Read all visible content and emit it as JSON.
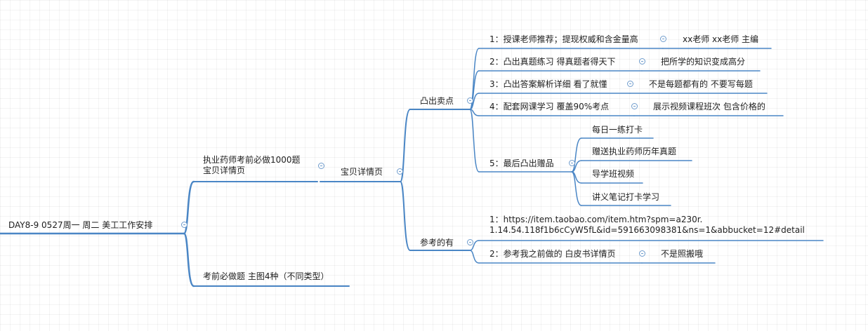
{
  "root": {
    "text": "DAY8-9  0527周一  周二 美工工作安排"
  },
  "b1": {
    "line1": "执业药师考前必做1000题",
    "line2": "宝贝详情页"
  },
  "b1_child": {
    "text": "宝贝详情页"
  },
  "b2": {
    "text": "考前必做题 主图4种（不同类型）"
  },
  "selling": {
    "text": "凸出卖点"
  },
  "ref": {
    "text": "参考的有"
  },
  "sp": [
    {
      "text": "1：授课老师推荐；提现权威和含金量高",
      "sub": "xx老师 xx老师 主编"
    },
    {
      "text": "2：凸出真题练习  得真题者得天下",
      "sub": "把所学的知识变成高分"
    },
    {
      "text": "3：凸出答案解析详细 看了就懂",
      "sub": "不是每题都有的 不要写每题"
    },
    {
      "text": "4：配套网课学习  覆盖90%考点",
      "sub": "展示视频课程班次 包含价格的"
    }
  ],
  "gift": {
    "text": "5：最后凸出赠品"
  },
  "gifts": [
    "每日一练打卡",
    "赠送执业药师历年真题",
    "导学班视频",
    "讲义笔记打卡学习"
  ],
  "refs": [
    {
      "line1": "1：https://item.taobao.com/item.htm?spm=a230r.",
      "line2": "1.14.54.118f1b6cCyW5fL&id=591663098381&ns=1&abbucket=12#detail"
    },
    {
      "text": "2：参考我之前做的 白皮书详情页",
      "sub": "不是照搬哦"
    }
  ],
  "style": {
    "line_color": "#4a86c5",
    "toggle_color": "#6f9ccc"
  }
}
